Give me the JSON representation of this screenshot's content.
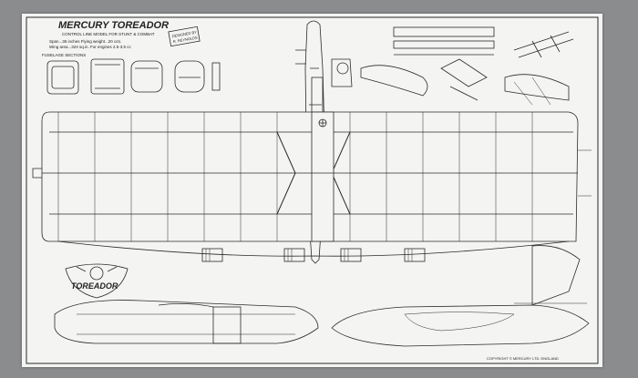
{
  "plan": {
    "title": "MERCURY  TOREADOR",
    "subtitle": "CONTROL LINE MODEL  FOR STUNT & COMBAT",
    "specs_1": "Span...36 inches    Flying weight...20 ozs.",
    "specs_2": "Wing area...324 sq.in.   For engines 2.5-3.5 cc",
    "designer_1": "DESIGNED BY",
    "designer_2": "R. REYNOLDS",
    "fuselage_sections": "FUSELAGE SECTIONS",
    "logo_text": "TOREADOR",
    "copyright": "COPYRIGHT © MERCURY LTD. ENGLAND"
  }
}
